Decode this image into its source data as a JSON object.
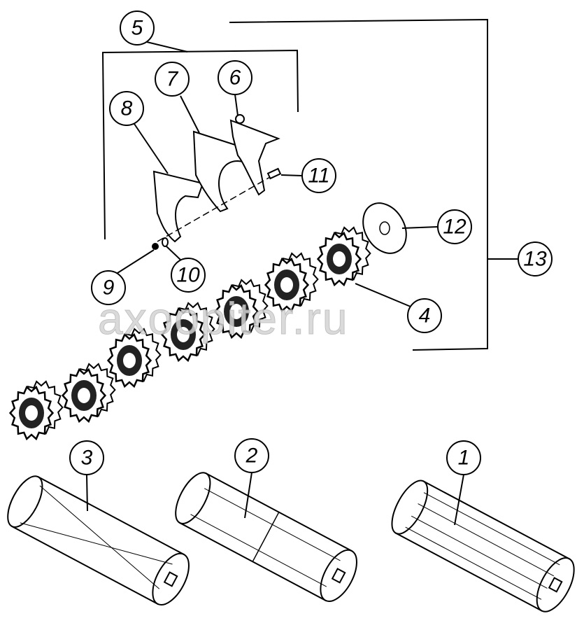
{
  "title": "Exploded parts diagram",
  "watermark": "axoopiter.ru",
  "callouts": [
    {
      "id": "5",
      "label": "5"
    },
    {
      "id": "7",
      "label": "7"
    },
    {
      "id": "6",
      "label": "6"
    },
    {
      "id": "8",
      "label": "8"
    },
    {
      "id": "11",
      "label": "11"
    },
    {
      "id": "12",
      "label": "12"
    },
    {
      "id": "13",
      "label": "13"
    },
    {
      "id": "9",
      "label": "9"
    },
    {
      "id": "10",
      "label": "10"
    },
    {
      "id": "4",
      "label": "4"
    },
    {
      "id": "3",
      "label": "3"
    },
    {
      "id": "2",
      "label": "2"
    },
    {
      "id": "1",
      "label": "1"
    }
  ]
}
